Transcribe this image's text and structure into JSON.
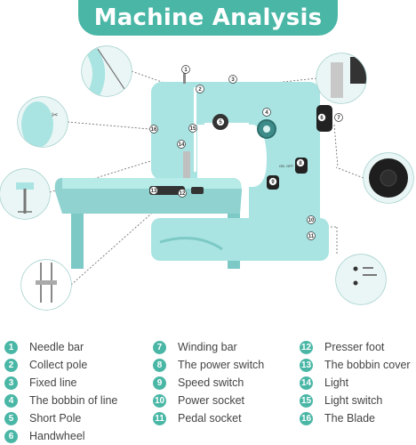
{
  "title": "Machine Analysis",
  "colors": {
    "accent": "#4ab7a6",
    "body": "#a9e4e2",
    "body_dark": "#7cc9c6",
    "callout_border": "#9fcfca"
  },
  "diagram": {
    "markers": [
      "1",
      "2",
      "3",
      "4",
      "5",
      "6",
      "7",
      "8",
      "9",
      "10",
      "11",
      "12",
      "13",
      "14",
      "15",
      "16"
    ],
    "panel_symbols": [
      "ON/OFF",
      "ON",
      "OFF"
    ],
    "icons": [
      "scissors-icon",
      "needle-icon",
      "pedal-socket-icon"
    ]
  },
  "legend": [
    [
      {
        "num": "1",
        "label": "Needle bar"
      },
      {
        "num": "2",
        "label": "Collect pole"
      },
      {
        "num": "3",
        "label": "Fixed line"
      },
      {
        "num": "4",
        "label": "The bobbin of line"
      },
      {
        "num": "5",
        "label": "Short Pole"
      },
      {
        "num": "6",
        "label": "Handwheel"
      }
    ],
    [
      {
        "num": "7",
        "label": "Winding bar"
      },
      {
        "num": "8",
        "label": "The power switch"
      },
      {
        "num": "9",
        "label": "Speed switch"
      },
      {
        "num": "10",
        "label": "Power socket"
      },
      {
        "num": "11",
        "label": "Pedal socket"
      }
    ],
    [
      {
        "num": "12",
        "label": "Presser foot"
      },
      {
        "num": "13",
        "label": "The bobbin cover"
      },
      {
        "num": "14",
        "label": "Light"
      },
      {
        "num": "15",
        "label": "Light switch"
      },
      {
        "num": "16",
        "label": "The Blade"
      }
    ]
  ]
}
